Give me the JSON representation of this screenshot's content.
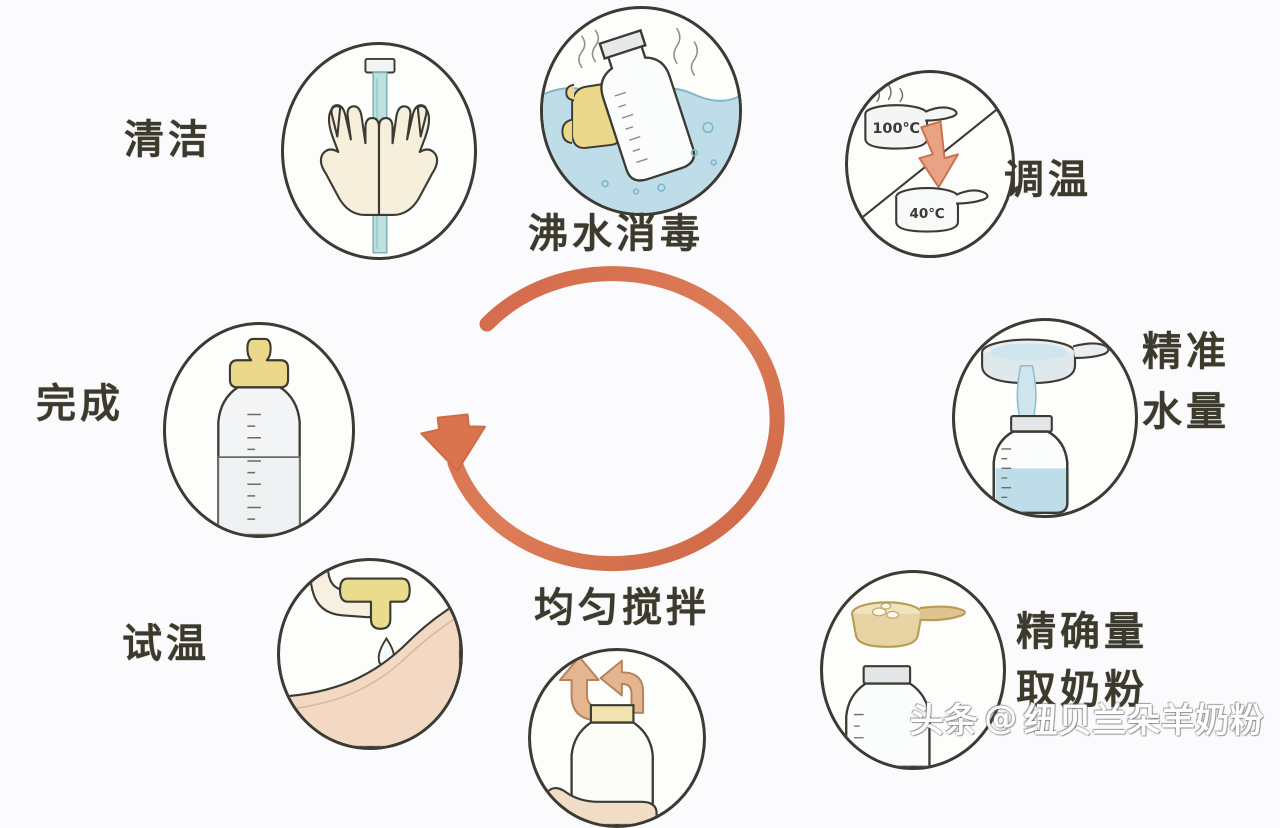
{
  "page": {
    "background_color": "#fbfafc",
    "title": "婴儿冲奶步骤循环图"
  },
  "palette": {
    "outline": "#3c3b33",
    "text": "#3b3a2c",
    "arrow_orange": "#d9744f",
    "water_blue": "#bfdde8",
    "skin_cream": "#f5ecd8",
    "nipple_yellow": "#ecd88a",
    "scoop_tan": "#d8b87e",
    "arm_peach": "#f3d9c4",
    "glass_grey": "#e3e6e6"
  },
  "center": {
    "arrow_name": "cycle-arrow",
    "direction": "clockwise",
    "color": "#d9744f"
  },
  "steps": [
    {
      "id": "clean",
      "label": "清洁",
      "label_lines": [
        "清洁"
      ],
      "icon": "washing-hands-icon",
      "label_position": "left"
    },
    {
      "id": "sterilize",
      "label": "沸水消毒",
      "label_lines": [
        "沸水消毒"
      ],
      "icon": "bottle-in-boiling-water-icon",
      "label_position": "below"
    },
    {
      "id": "adjust-temp",
      "label": "调温",
      "label_lines": [
        "调温"
      ],
      "icon": "pot-temperature-icon",
      "label_position": "right",
      "annotations": {
        "hot_pot": "100℃",
        "cool_pot": "40℃"
      }
    },
    {
      "id": "measure-water",
      "label": "精准水量",
      "label_lines": [
        "精准",
        "水量"
      ],
      "icon": "pouring-water-icon",
      "label_position": "right"
    },
    {
      "id": "measure-powder",
      "label": "精确量取奶粉",
      "label_lines": [
        "精确量",
        "取奶粉"
      ],
      "icon": "milk-powder-scoop-icon",
      "label_position": "right"
    },
    {
      "id": "stir",
      "label": "均匀搅拌",
      "label_lines": [
        "均匀搅拌"
      ],
      "icon": "shaking-bottle-icon",
      "label_position": "above"
    },
    {
      "id": "test-temp",
      "label": "试温",
      "label_lines": [
        "试温"
      ],
      "icon": "drop-on-wrist-icon",
      "label_position": "left"
    },
    {
      "id": "done",
      "label": "完成",
      "label_lines": [
        "完成"
      ],
      "icon": "filled-baby-bottle-icon",
      "label_position": "left"
    }
  ],
  "watermark": {
    "platform": "头条",
    "at": "@",
    "account": "纽贝兰朵羊奶粉",
    "full": "头条 @纽贝兰朵羊奶粉"
  }
}
